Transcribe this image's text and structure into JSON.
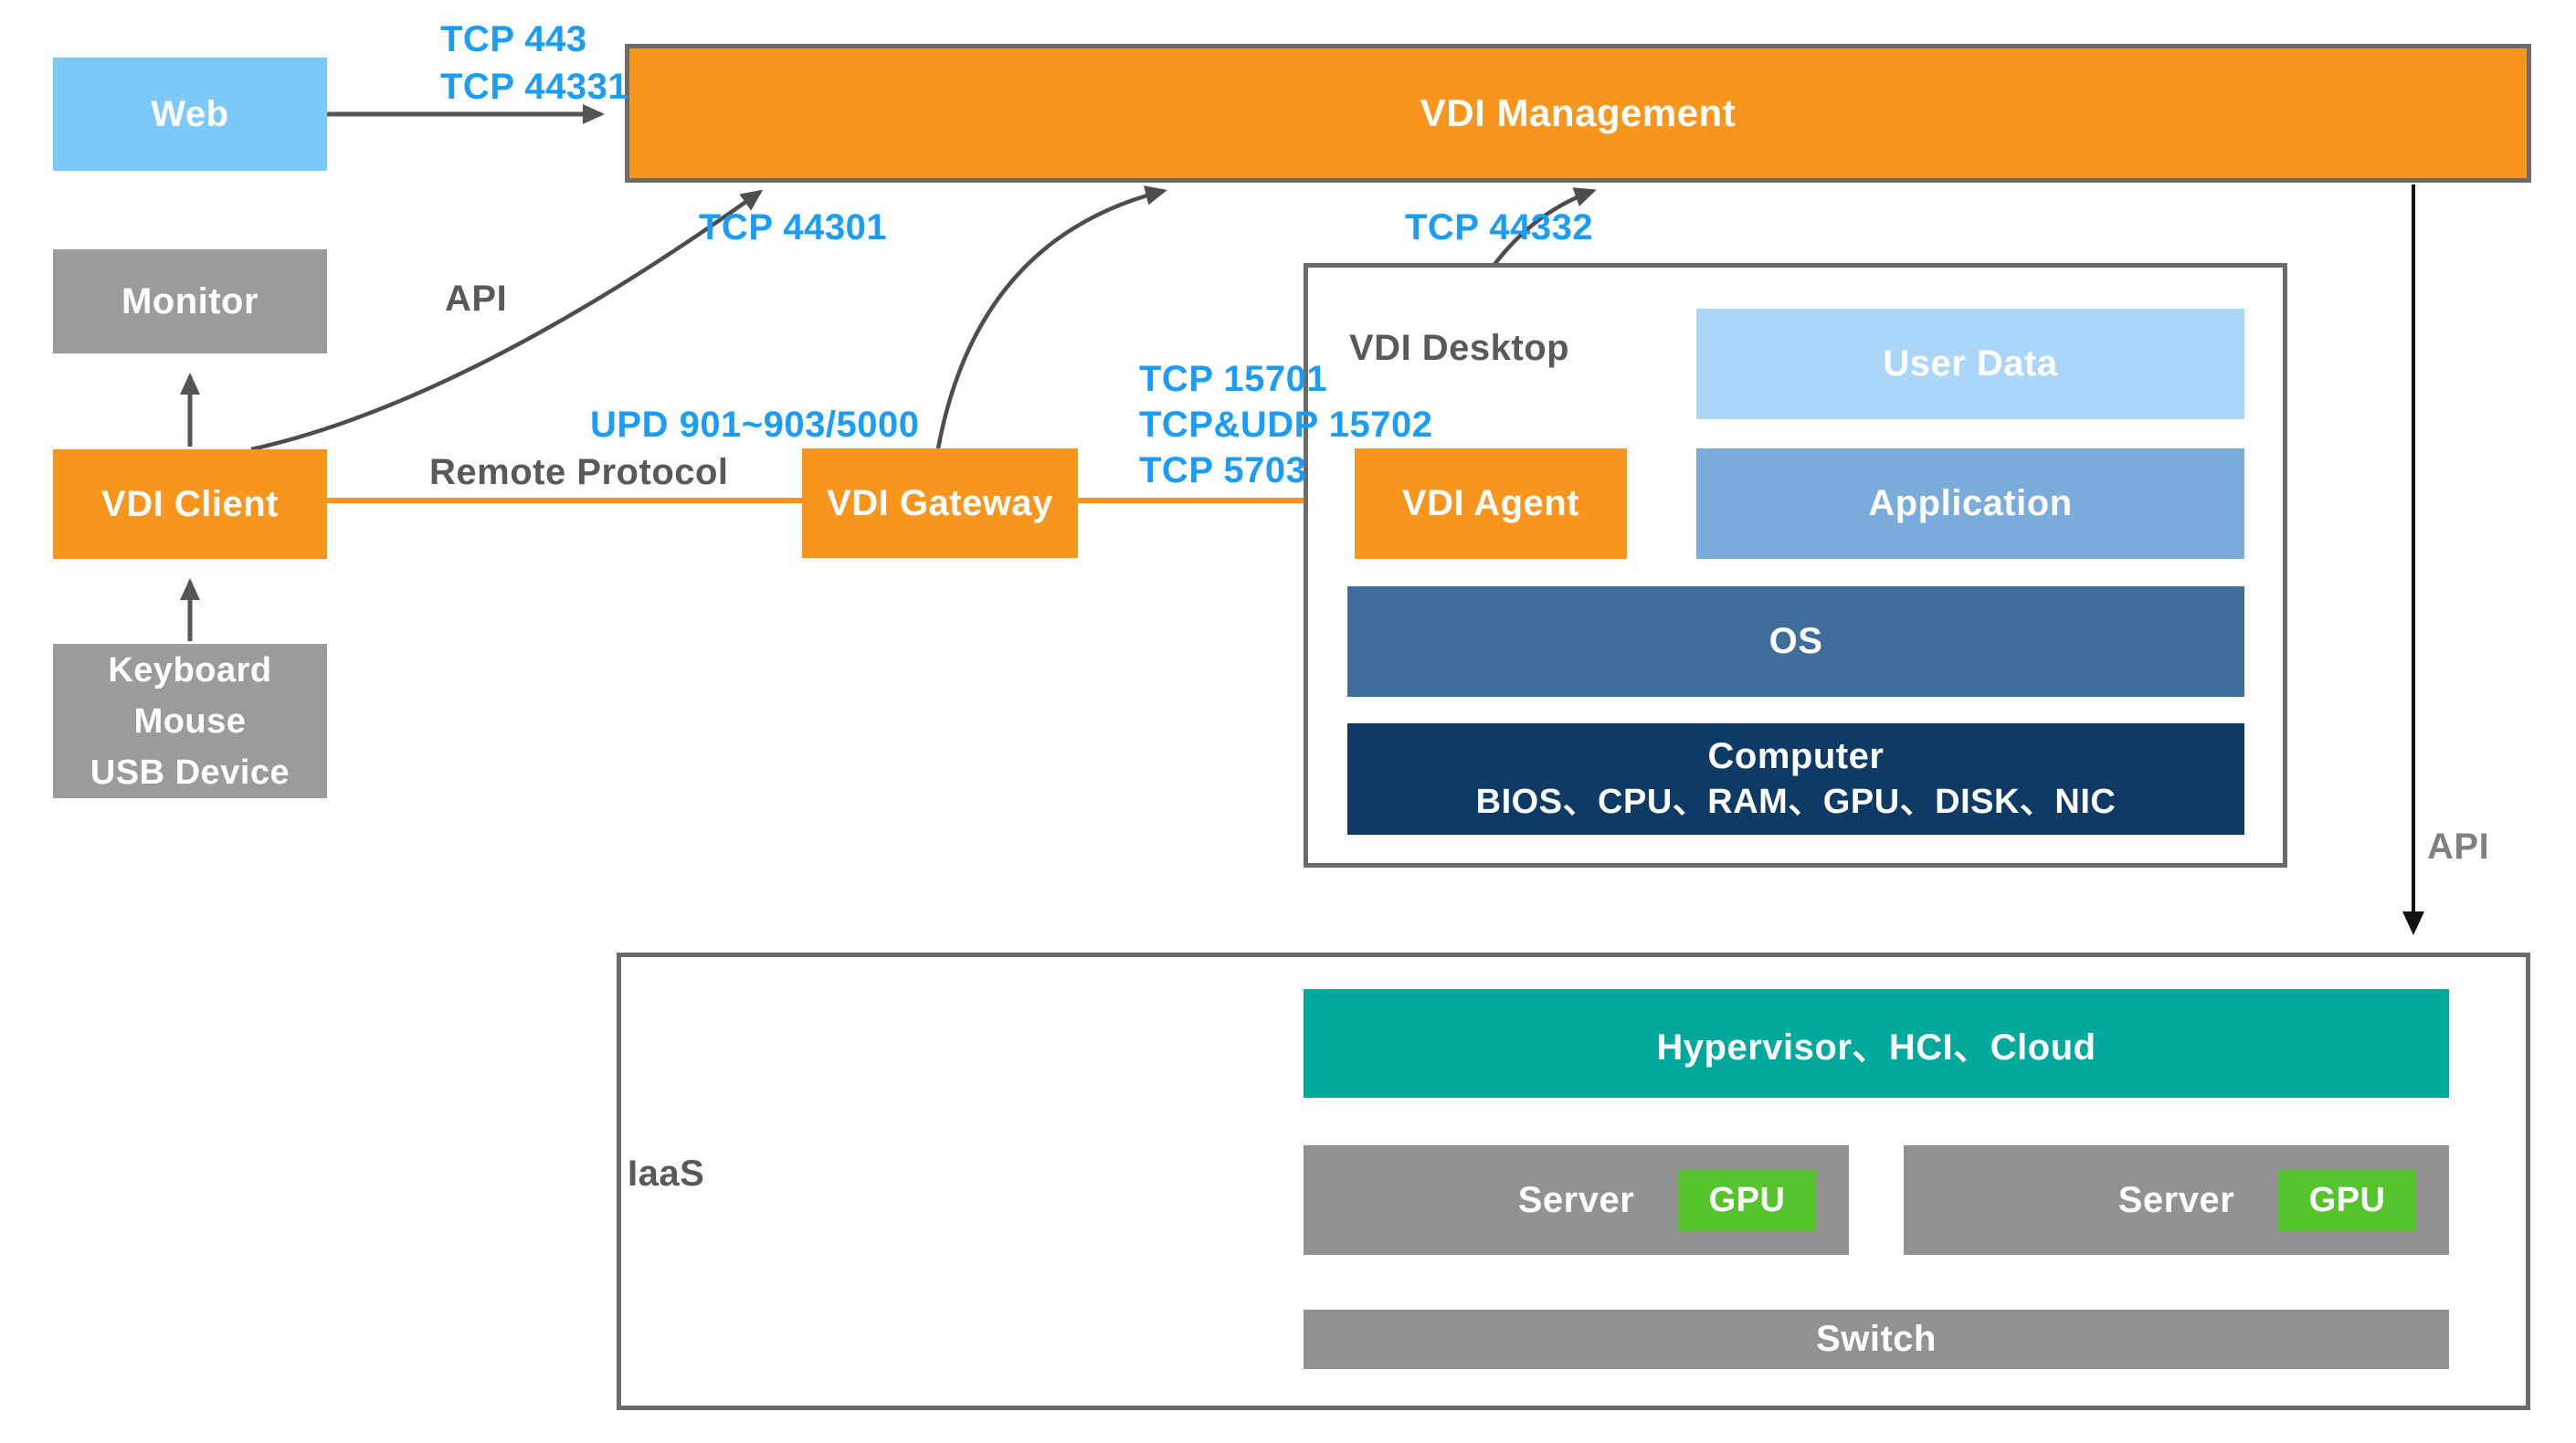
{
  "diagram_title": "VDI architecture diagram",
  "nodes": {
    "web": {
      "label": "Web"
    },
    "monitor": {
      "label": "Monitor"
    },
    "vdi_client": {
      "label": "VDI Client"
    },
    "peripherals": {
      "lines": [
        "Keyboard",
        "Mouse",
        "USB Device"
      ]
    },
    "vdi_management": {
      "label": "VDI Management"
    },
    "vdi_gateway": {
      "label": "VDI Gateway"
    },
    "vdi_desktop": {
      "label": "VDI Desktop"
    },
    "user_data": {
      "label": "User Data"
    },
    "vdi_agent": {
      "label": "VDI Agent"
    },
    "application": {
      "label": "Application"
    },
    "os": {
      "label": "OS"
    },
    "computer": {
      "title": "Computer",
      "subtitle": "BIOS、CPU、RAM、GPU、DISK、NIC"
    },
    "iaas": {
      "label": "IaaS"
    },
    "hypervisor": {
      "label": "Hypervisor、HCI、Cloud"
    },
    "server_left": {
      "label": "Server",
      "gpu": "GPU"
    },
    "server_right": {
      "label": "Server",
      "gpu": "GPU"
    },
    "switch": {
      "label": "Switch"
    }
  },
  "edge_labels": {
    "tcp_443": "TCP 443",
    "tcp_44331": "TCP 44331",
    "tcp_44301": "TCP 44301",
    "tcp_44332": "TCP 44332",
    "api_left": "API",
    "api_right": "API",
    "remote_protocol": "Remote Protocol",
    "udp_ports": "UPD 901~903/5000",
    "tcp_15701": "TCP 15701",
    "tcp_udp_15702": "TCP&UDP 15702",
    "tcp_5703": "TCP 5703"
  },
  "colors": {
    "orange": "#F8951D",
    "light_blue": "#7CC8F8",
    "gray_box": "#9B9B9B",
    "user_data_blue": "#AAD6FA",
    "application_blue": "#79ACDB",
    "os_blue": "#3E6E99",
    "computer_navy": "#0E3A66",
    "teal": "#00A99C",
    "gpu_green": "#55C42F",
    "port_label_blue": "#1B9DF7",
    "text_gray": "#595959",
    "border_gray": "#6b6b6b"
  }
}
